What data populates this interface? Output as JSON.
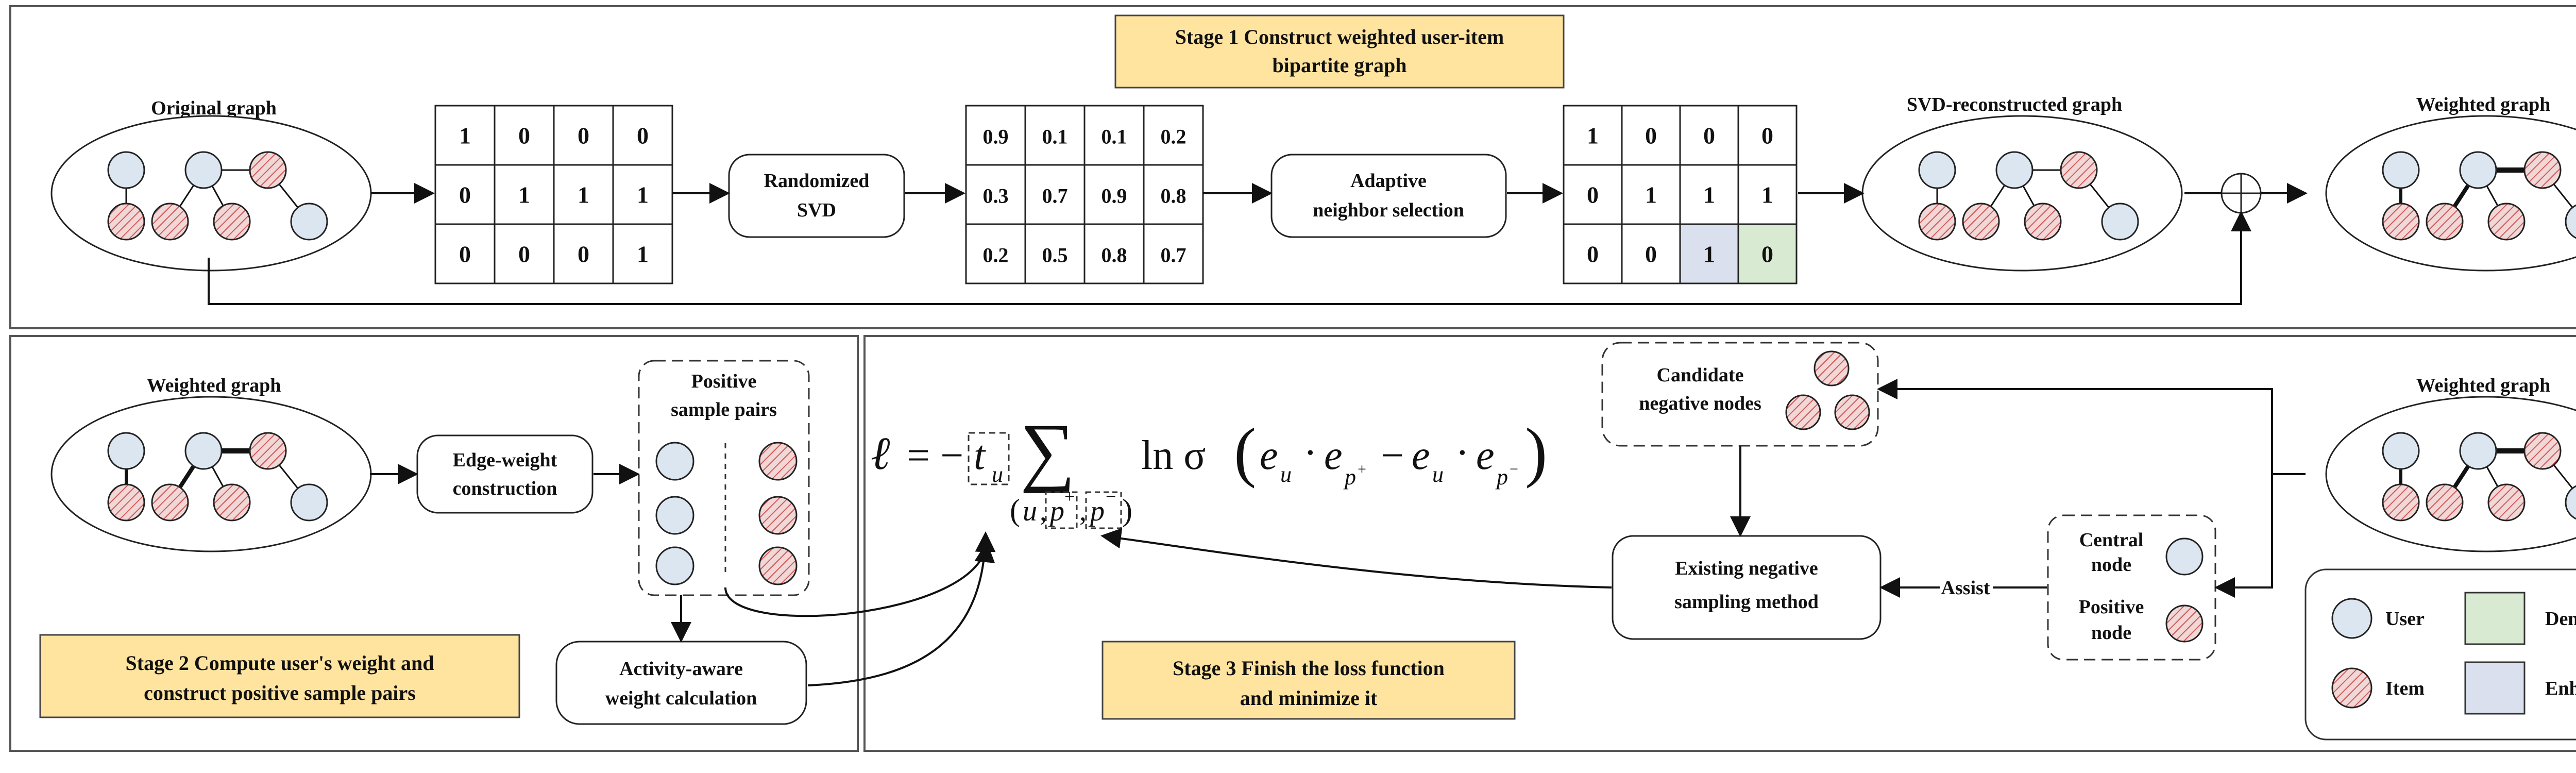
{
  "colors": {
    "user_fill": "#dce6f0",
    "item_fill": "#f2d7d7",
    "item_hatch": "#d05a5a",
    "stage_fill": "#ffe4a0",
    "denoise_fill": "#d9ead3",
    "enhance_fill": "#dae0ee",
    "stroke": "#1a1a1a"
  },
  "stage1": {
    "title_line1": "Stage 1 Construct weighted user-item",
    "title_line2": "bipartite graph",
    "original_graph_label": "Original graph",
    "svd_box_line1": "Randomized",
    "svd_box_line2": "SVD",
    "adaptive_line1": "Adaptive",
    "adaptive_line2": "neighbor selection",
    "svd_graph_label": "SVD-reconstructed graph",
    "weighted_graph_label": "Weighted graph",
    "matrix_original": [
      [
        "1",
        "0",
        "0",
        "0"
      ],
      [
        "0",
        "1",
        "1",
        "1"
      ],
      [
        "0",
        "0",
        "0",
        "1"
      ]
    ],
    "matrix_svd": [
      [
        "0.9",
        "0.1",
        "0.1",
        "0.2"
      ],
      [
        "0.3",
        "0.7",
        "0.9",
        "0.8"
      ],
      [
        "0.2",
        "0.5",
        "0.8",
        "0.7"
      ]
    ],
    "matrix_selected": [
      [
        "1",
        "0",
        "0",
        "0"
      ],
      [
        "0",
        "1",
        "1",
        "1"
      ],
      [
        "0",
        "0",
        "1",
        "0"
      ]
    ]
  },
  "stage2": {
    "weighted_graph_label": "Weighted graph",
    "edge_weight_line1": "Edge-weight",
    "edge_weight_line2": "construction",
    "positive_pairs_line1": "Positive",
    "positive_pairs_line2": "sample pairs",
    "activity_line1": "Activity-aware",
    "activity_line2": "weight calculation",
    "title_line1": "Stage 2 Compute user's weight and",
    "title_line2": "construct positive sample pairs"
  },
  "stage3": {
    "candidate_line1": "Candidate",
    "candidate_line2": "negative nodes",
    "existing_line1": "Existing negative",
    "existing_line2": "sampling method",
    "assist_label": "Assist",
    "central_line1": "Central",
    "central_line2": "node",
    "positive_line1": "Positive",
    "positive_line2": "node",
    "weighted_graph_label": "Weighted graph",
    "title_line1": "Stage 3 Finish the loss function",
    "title_line2": "and minimize it"
  },
  "legend": {
    "user": "User",
    "item": "Item",
    "denoise": "Denoise",
    "enhance": "Enhance"
  },
  "formula": {
    "ell": "ℓ",
    "eq": "= −",
    "t": "t",
    "t_sub": "u",
    "sum": "∑",
    "sub_u": "u",
    "sub_p": "p",
    "sup_plus": "+",
    "sup_minus": "−",
    "ln_sigma": "ln σ",
    "e": "e",
    "dot": "·",
    "minus": "−"
  }
}
